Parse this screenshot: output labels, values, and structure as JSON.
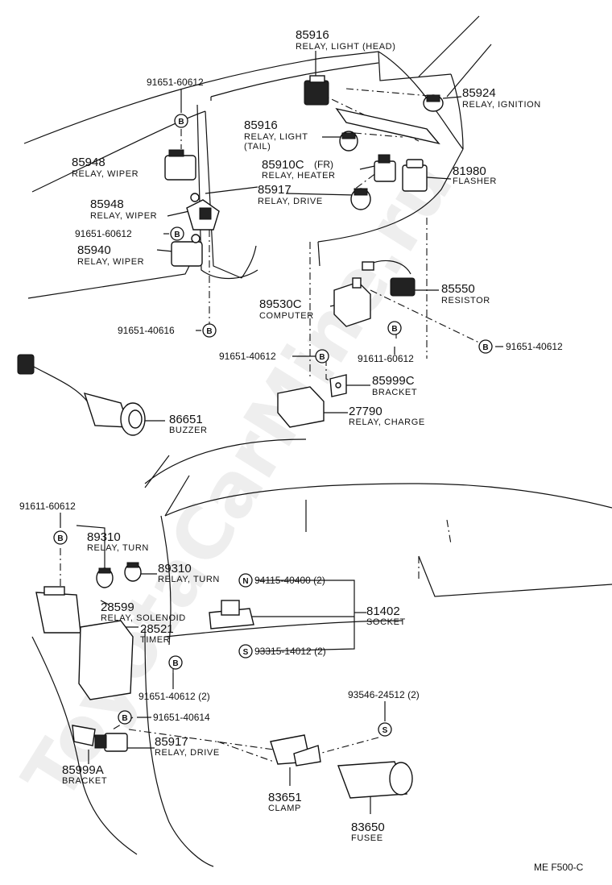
{
  "watermark": "ToyotaCarMine.ru",
  "figure_code": "ME  F500-C",
  "fastener_symbols": {
    "bolt": "B",
    "nut": "N",
    "screw": "S"
  },
  "parts": [
    {
      "id": "85916_head",
      "number": "85916",
      "desc": "RELAY, LIGHT (HEAD)"
    },
    {
      "id": "85924",
      "number": "85924",
      "desc": "RELAY, IGNITION"
    },
    {
      "id": "85916_tail",
      "number": "85916",
      "desc": "RELAY, LIGHT",
      "desc2": "(TAIL)"
    },
    {
      "id": "85910C",
      "number": "85910C",
      "suffix": "(FR)",
      "desc": "RELAY, HEATER"
    },
    {
      "id": "81980",
      "number": "81980",
      "desc": "FLASHER"
    },
    {
      "id": "85917_a",
      "number": "85917",
      "desc": "RELAY, DRIVE"
    },
    {
      "id": "85948_a",
      "number": "85948",
      "desc": "RELAY, WIPER"
    },
    {
      "id": "85948_b",
      "number": "85948",
      "desc": "RELAY, WIPER"
    },
    {
      "id": "85940",
      "number": "85940",
      "desc": "RELAY, WIPER"
    },
    {
      "id": "85550",
      "number": "85550",
      "desc": "RESISTOR"
    },
    {
      "id": "89530C",
      "number": "89530C",
      "desc": "COMPUTER"
    },
    {
      "id": "85999C",
      "number": "85999C",
      "desc": "BRACKET"
    },
    {
      "id": "27790",
      "number": "27790",
      "desc": "RELAY, CHARGE"
    },
    {
      "id": "86651",
      "number": "86651",
      "desc": "BUZZER"
    },
    {
      "id": "89310_a",
      "number": "89310",
      "desc": "RELAY, TURN"
    },
    {
      "id": "89310_b",
      "number": "89310",
      "desc": "RELAY, TURN"
    },
    {
      "id": "28599",
      "number": "28599",
      "desc": "RELAY, SOLENOID"
    },
    {
      "id": "28521",
      "number": "28521",
      "desc": "TIMER"
    },
    {
      "id": "81402",
      "number": "81402",
      "desc": "SOCKET"
    },
    {
      "id": "85917_b",
      "number": "85917",
      "desc": "RELAY, DRIVE"
    },
    {
      "id": "85999A",
      "number": "85999A",
      "desc": "BRACKET"
    },
    {
      "id": "83651",
      "number": "83651",
      "desc": "CLAMP"
    },
    {
      "id": "83650",
      "number": "83650",
      "desc": "FUSEE"
    }
  ],
  "fasteners": [
    {
      "id": "f1",
      "code": "91651-60612",
      "symbol": "B"
    },
    {
      "id": "f2",
      "code": "91651-60612",
      "symbol": "B"
    },
    {
      "id": "f3",
      "code": "91651-40616",
      "symbol": "B"
    },
    {
      "id": "f4",
      "code": "91651-40612",
      "symbol": "B"
    },
    {
      "id": "f5",
      "code": "91611-60612",
      "symbol": "B"
    },
    {
      "id": "f6",
      "code": "91651-40612",
      "symbol": "B"
    },
    {
      "id": "f7",
      "code": "91611-60612",
      "symbol": "B"
    },
    {
      "id": "f8",
      "code": "94115-40400 (2)",
      "symbol": "N"
    },
    {
      "id": "f9",
      "code": "93315-14012 (2)",
      "symbol": "S"
    },
    {
      "id": "f10",
      "code": "91651-40612 (2)",
      "symbol": "B"
    },
    {
      "id": "f11",
      "code": "91651-40614",
      "symbol": "B"
    },
    {
      "id": "f12",
      "code": "93546-24512 (2)",
      "symbol": "S"
    }
  ]
}
